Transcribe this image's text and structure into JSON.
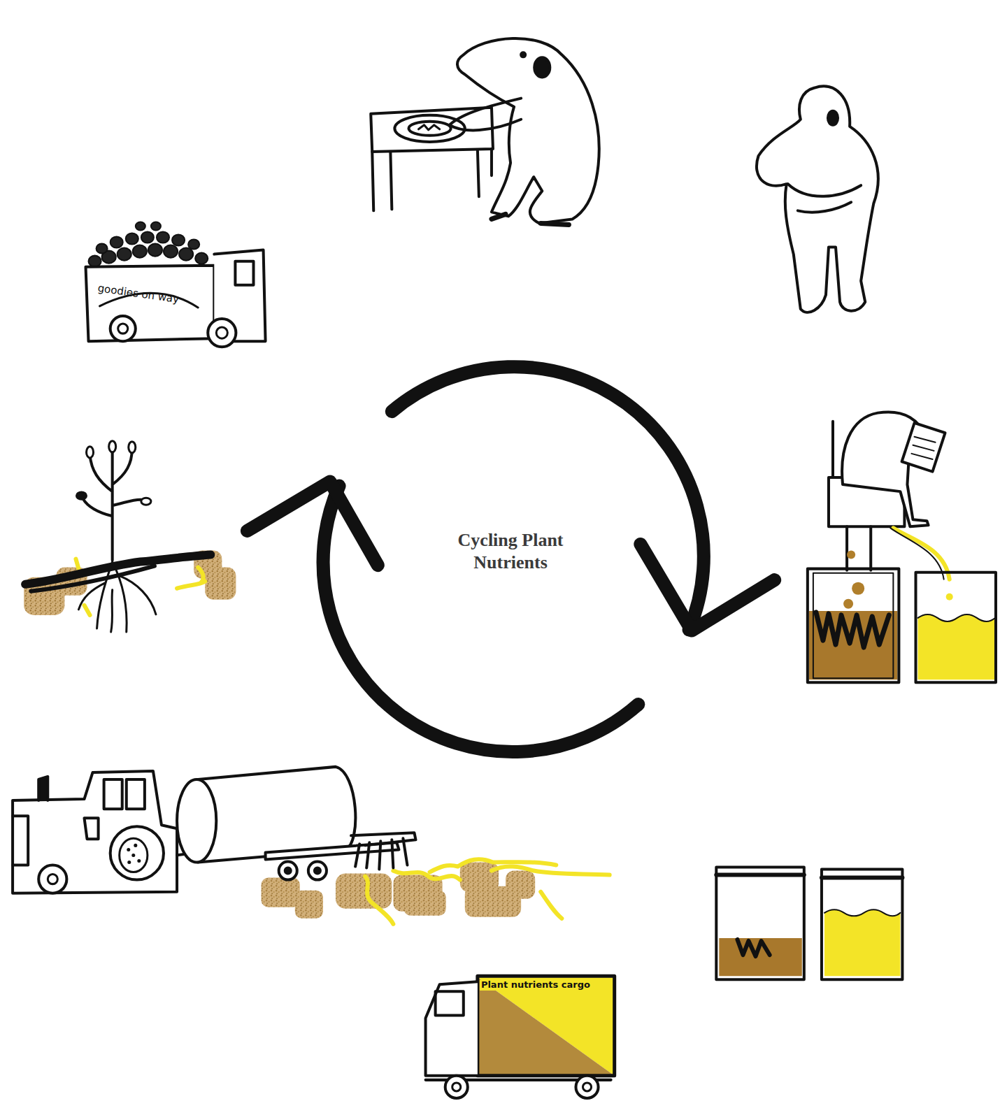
{
  "diagram": {
    "title": "Cycling Plant Nutrients",
    "labels": [
      "goodies on way",
      "Plant nutrients cargo"
    ]
  }
}
